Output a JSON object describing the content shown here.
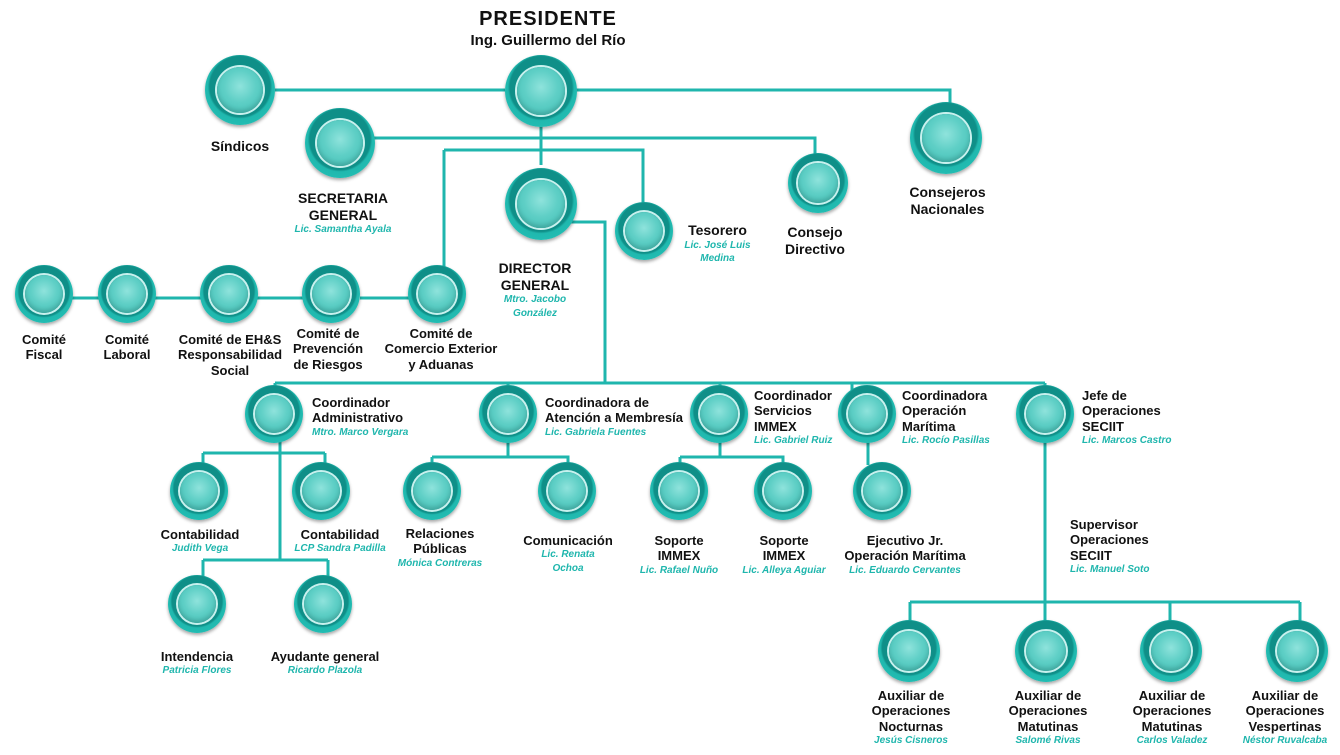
{
  "top": {
    "title": "PRESIDENTE",
    "name": "Ing. Guillermo del Río"
  },
  "nodes": {
    "sindicos": {
      "title": "Síndicos"
    },
    "secretaria": {
      "title": "SECRETARIA GENERAL",
      "title_line1": "SECRETARIA",
      "title_line2": "GENERAL",
      "name": "Lic. Samantha Ayala"
    },
    "director": {
      "title_line1": "DIRECTOR",
      "title_line2": "GENERAL",
      "name_line1": "Mtro. Jacobo",
      "name_line2": "González"
    },
    "tesorero": {
      "title": "Tesorero",
      "name_line1": "Lic. José Luis",
      "name_line2": "Medina"
    },
    "consejo": {
      "title_line1": "Consejo",
      "title_line2": "Directivo"
    },
    "consejeros": {
      "title_line1": "Consejeros",
      "title_line2": "Nacionales"
    },
    "comite_fiscal": {
      "title_line1": "Comité",
      "title_line2": "Fiscal"
    },
    "comite_laboral": {
      "title_line1": "Comité",
      "title_line2": "Laboral"
    },
    "comite_ehs": {
      "title_line1": "Comité de EH&S",
      "title_line2": "Responsabilidad",
      "title_line3": "Social"
    },
    "comite_prev": {
      "title_line1": "Comité de",
      "title_line2": "Prevención",
      "title_line3": "de Riesgos"
    },
    "comite_comercio": {
      "title_line1": "Comité de",
      "title_line2": "Comercio Exterior",
      "title_line3": "y Aduanas"
    },
    "coord_admin": {
      "title_line1": "Coordinador",
      "title_line2": "Administrativo",
      "name": "Mtro. Marco Vergara"
    },
    "coord_atencion": {
      "title_line1": "Coordinadora de",
      "title_line2": "Atención a Membresía",
      "name": "Lic. Gabriela Fuentes"
    },
    "coord_immex": {
      "title_line1": "Coordinador",
      "title_line2": "Servicios",
      "title_line3": "IMMEX",
      "name": "Lic. Gabriel Ruiz"
    },
    "coord_maritima": {
      "title_line1": "Coordinadora",
      "title_line2": "Operación",
      "title_line3": "Marítima",
      "name": "Lic. Rocío Pasillas"
    },
    "jefe_oper": {
      "title_line1": "Jefe de",
      "title_line2": "Operaciones",
      "title_line3": "SECIIT",
      "name": "Lic. Marcos Castro"
    },
    "contabilidad1": {
      "title": "Contabilidad",
      "name": "Judith Vega"
    },
    "contabilidad2": {
      "title": "Contabilidad",
      "name": "LCP Sandra Padilla"
    },
    "intendencia": {
      "title": "Intendencia",
      "name": "Patricia Flores"
    },
    "ayudante": {
      "title": "Ayudante general",
      "name": "Ricardo Plazola"
    },
    "relaciones": {
      "title_line1": "Relaciones",
      "title_line2": "Públicas",
      "name": "Mónica Contreras"
    },
    "comunicacion": {
      "title": "Comunicación",
      "name_line1": "Lic. Renata",
      "name_line2": "Ochoa"
    },
    "soporte1": {
      "title_line1": "Soporte",
      "title_line2": "IMMEX",
      "name": "Lic. Rafael Nuño"
    },
    "soporte2": {
      "title_line1": "Soporte",
      "title_line2": "IMMEX",
      "name": "Lic. Alleya Aguiar"
    },
    "ejecutivo": {
      "title_line1": "Ejecutivo Jr.",
      "title_line2": "Operación Marítima",
      "name": "Lic. Eduardo Cervantes"
    },
    "supervisor": {
      "title_line1": "Supervisor",
      "title_line2": "Operaciones",
      "title_line3": "SECIIT",
      "name": "Lic. Manuel Soto"
    },
    "aux1": {
      "title_line1": "Auxiliar de",
      "title_line2": "Operaciones",
      "title_line3": "Nocturnas",
      "name": "Jesús Cisneros"
    },
    "aux2": {
      "title_line1": "Auxiliar de",
      "title_line2": "Operaciones",
      "title_line3": "Matutinas",
      "name": "Salomé Rivas"
    },
    "aux3": {
      "title_line1": "Auxiliar de",
      "title_line2": "Operaciones",
      "title_line3": "Matutinas",
      "name": "Carlos Valadez"
    },
    "aux4": {
      "title_line1": "Auxiliar de",
      "title_line2": "Operaciones",
      "title_line3": "Vespertinas",
      "name": "Néstor Ruvalcaba"
    }
  },
  "colors": {
    "line": "#1fb6ad",
    "node_dark": "#0f8f88",
    "node_light": "#5fcfc6",
    "name_text": "#1fb6ad"
  }
}
